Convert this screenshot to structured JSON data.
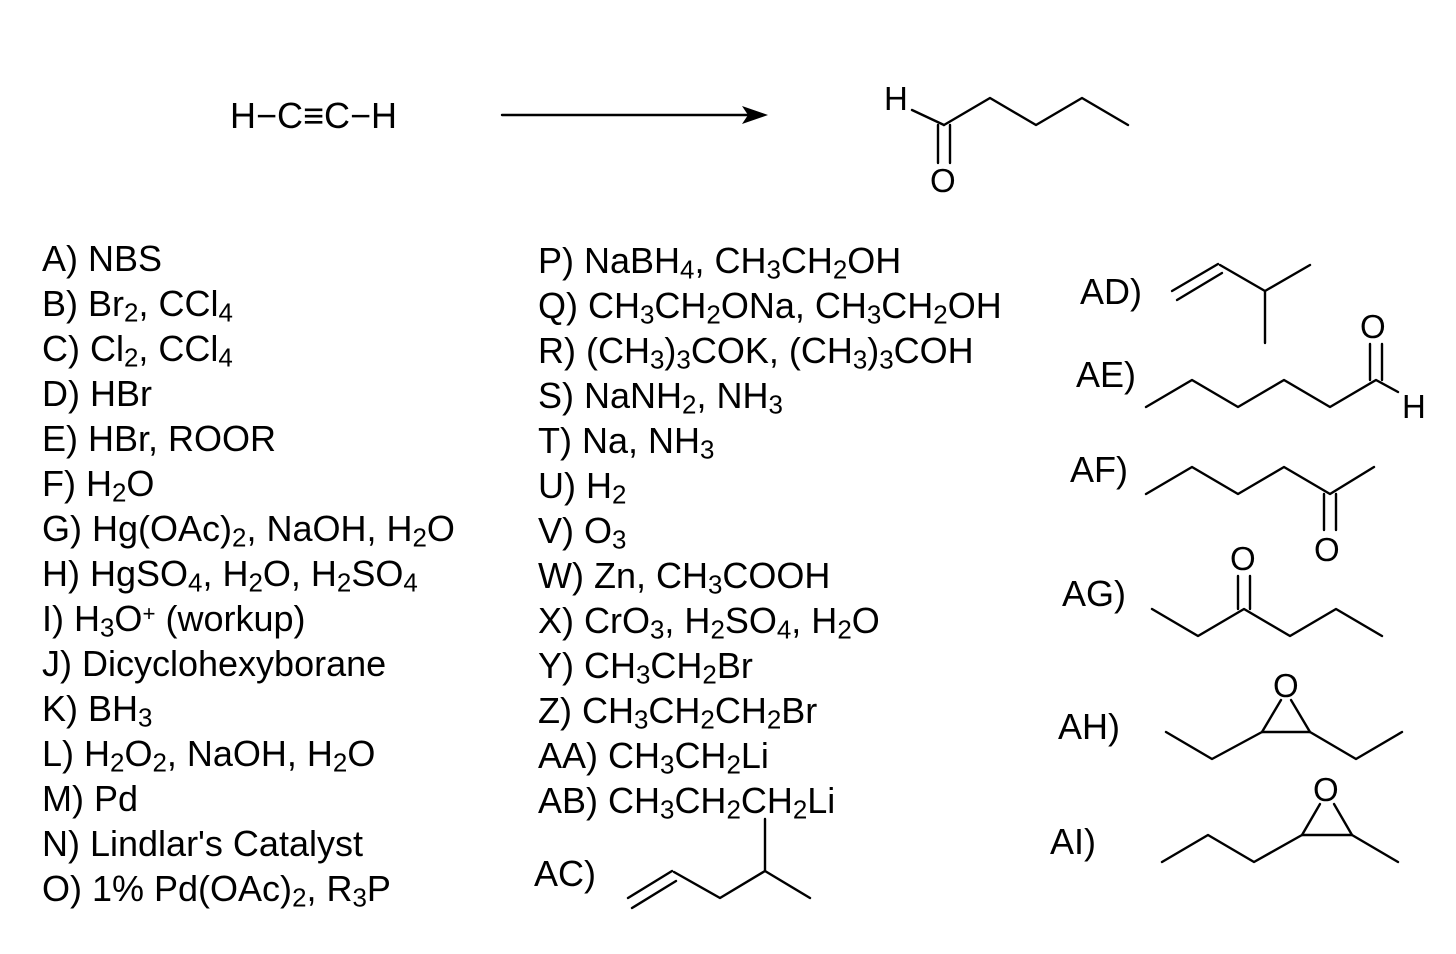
{
  "reaction": {
    "starting_material": "H−C≡C−H",
    "product_atoms": {
      "h": "H",
      "o": "O"
    }
  },
  "reagents_col1": [
    {
      "name": "reagent-a",
      "html": "A) NBS"
    },
    {
      "name": "reagent-b",
      "html": "B) Br<sub>2</sub>, CCl<sub>4</sub>"
    },
    {
      "name": "reagent-c",
      "html": "C) Cl<sub>2</sub>, CCl<sub>4</sub>"
    },
    {
      "name": "reagent-d",
      "html": "D) HBr"
    },
    {
      "name": "reagent-e",
      "html": "E) HBr, ROOR"
    },
    {
      "name": "reagent-f",
      "html": "F) H<sub>2</sub>O"
    },
    {
      "name": "reagent-g",
      "html": "G) Hg(OAc)<sub>2</sub>, NaOH, H<sub>2</sub>O"
    },
    {
      "name": "reagent-h",
      "html": "H) HgSO<sub>4</sub>, H<sub>2</sub>O, H<sub>2</sub>SO<sub>4</sub>"
    },
    {
      "name": "reagent-i",
      "html": "I) H<sub>3</sub>O<sup>+</sup> (workup)"
    },
    {
      "name": "reagent-j",
      "html": "J) Dicyclohexyborane"
    },
    {
      "name": "reagent-k",
      "html": "K) BH<sub>3</sub>"
    },
    {
      "name": "reagent-l",
      "html": "L) H<sub>2</sub>O<sub>2</sub>, NaOH, H<sub>2</sub>O"
    },
    {
      "name": "reagent-m",
      "html": "M) Pd"
    },
    {
      "name": "reagent-n",
      "html": "N) Lindlar's Catalyst"
    },
    {
      "name": "reagent-o",
      "html": "O) 1% Pd(OAc)<sub>2</sub>, R<sub>3</sub>P"
    }
  ],
  "reagents_col2": [
    {
      "name": "reagent-p",
      "html": "P) NaBH<sub>4</sub>, CH<sub>3</sub>CH<sub>2</sub>OH"
    },
    {
      "name": "reagent-q",
      "html": "Q) CH<sub>3</sub>CH<sub>2</sub>ONa, CH<sub>3</sub>CH<sub>2</sub>OH"
    },
    {
      "name": "reagent-r",
      "html": "R) (CH<sub>3</sub>)<sub>3</sub>COK, (CH<sub>3</sub>)<sub>3</sub>COH"
    },
    {
      "name": "reagent-s",
      "html": "S) NaNH<sub>2</sub>, NH<sub>3</sub>"
    },
    {
      "name": "reagent-t",
      "html": "T) Na, NH<sub>3</sub>"
    },
    {
      "name": "reagent-u",
      "html": "U) H<sub>2</sub>"
    },
    {
      "name": "reagent-v",
      "html": "V) O<sub>3</sub>"
    },
    {
      "name": "reagent-w",
      "html": "W) Zn, CH<sub>3</sub>COOH"
    },
    {
      "name": "reagent-x",
      "html": "X) CrO<sub>3</sub>, H<sub>2</sub>SO<sub>4</sub>, H<sub>2</sub>O"
    },
    {
      "name": "reagent-y",
      "html": "Y) CH<sub>3</sub>CH<sub>2</sub>Br"
    },
    {
      "name": "reagent-z",
      "html": "Z) CH<sub>3</sub>CH<sub>2</sub>CH<sub>2</sub>Br"
    },
    {
      "name": "reagent-aa",
      "html": "AA) CH<sub>3</sub>CH<sub>2</sub>Li"
    },
    {
      "name": "reagent-ab",
      "html": "AB) CH<sub>3</sub>CH<sub>2</sub>CH<sub>2</sub>Li"
    }
  ],
  "structure_labels": {
    "ac": "AC)",
    "ad": "AD)",
    "ae": "AE)",
    "af": "AF)",
    "ag": "AG)",
    "ah": "AH)",
    "ai": "AI)"
  },
  "atom_labels": {
    "ae_o": "O",
    "ae_h": "H",
    "af_o": "O",
    "ag_o": "O",
    "ah_o": "O",
    "ai_o": "O"
  }
}
